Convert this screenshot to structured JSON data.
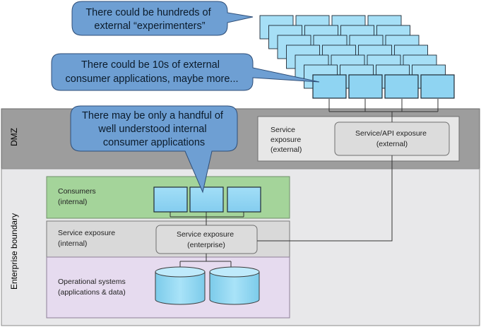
{
  "zones": {
    "dmz": "DMZ",
    "enterprise": "Enterprise boundary"
  },
  "dmz_service": {
    "label_lines": [
      "Service",
      "exposure",
      "(external)"
    ],
    "box_lines": [
      "Service/API exposure",
      "(external)"
    ]
  },
  "consumers": {
    "label_lines": [
      "Consumers",
      "(internal)"
    ]
  },
  "service_internal": {
    "label_lines": [
      "Service exposure",
      "(internal)"
    ],
    "box_lines": [
      "Service exposure",
      "(enterprise)"
    ]
  },
  "operational": {
    "label_lines": [
      "Operational systems",
      "(applications & data)"
    ]
  },
  "callouts": {
    "experimenters": [
      "There could be hundreds of",
      "external “experimenters”"
    ],
    "external_apps": [
      "There could be 10s of external",
      "consumer applications, maybe more..."
    ],
    "internal_apps": [
      "There may be only a handful of",
      "well understood internal",
      "consumer applications"
    ]
  },
  "colors": {
    "dmz_band": "#9d9d9d",
    "enterprise_band": "#e8e8ea",
    "consumers_bg": "#a4d49a",
    "service_bg": "#d9d9d9",
    "operational_bg": "#e6dbef",
    "screen_fill": "#8fd4f2",
    "callout_fill": "#6e9fd3"
  }
}
